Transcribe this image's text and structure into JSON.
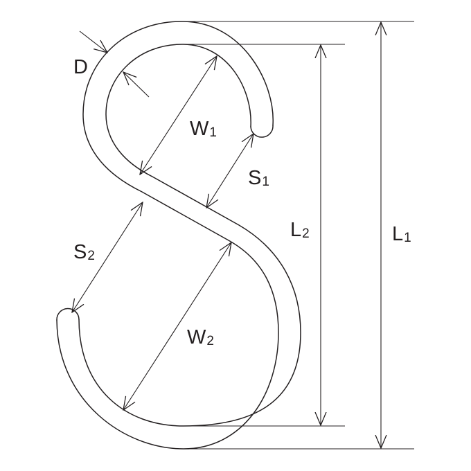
{
  "labels": {
    "D": "D",
    "W1": {
      "main": "W",
      "sub": "1"
    },
    "S1": {
      "main": "S",
      "sub": "1"
    },
    "S2": {
      "main": "S",
      "sub": "2"
    },
    "W2": {
      "main": "W",
      "sub": "2"
    },
    "L2": {
      "main": "L",
      "sub": "2"
    },
    "L1": {
      "main": "L",
      "sub": "1"
    }
  },
  "colors": {
    "line": "#231f20",
    "background": "#ffffff"
  }
}
